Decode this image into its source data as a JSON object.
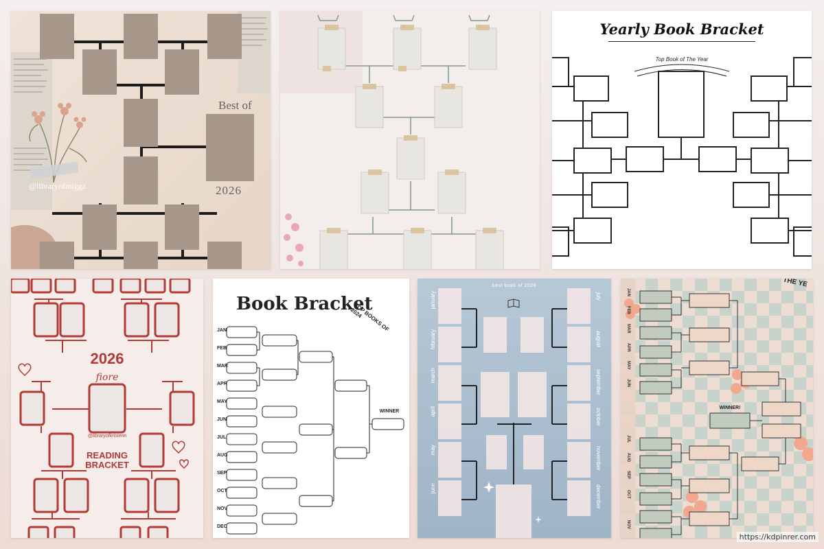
{
  "colors": {
    "page_bg": "#f1e7e4",
    "kraft_box": "#a7968a",
    "sage_line": "#7f9a86",
    "red_accent": "#b03a36",
    "blue_panel": "#aebfcc",
    "sage_box": "#b9c4b6",
    "peach_box": "#efd7c8"
  },
  "tiles": {
    "t1": {
      "title": "Best of",
      "year": "2026",
      "handle": "@libraryofmiggz"
    },
    "t2": {},
    "t3": {
      "title": "Yearly Book Bracket",
      "banner": "Top Book of The Year"
    },
    "t4": {
      "year": "2026",
      "script": "fiore",
      "handle": "@libraryofkristenn",
      "line1": "READING",
      "line2": "BRACKET"
    },
    "t5": {
      "title": "Book Bracket",
      "curved": "TOP BOOKS OF 2024",
      "winner": "WINNER",
      "months": [
        "JAN",
        "FEB",
        "MAR",
        "APR",
        "MAY",
        "JUN",
        "JUL",
        "AUG",
        "SEP",
        "OCT",
        "NOV",
        "DEC"
      ]
    },
    "t6": {
      "header": "best book of 2026",
      "left_months": [
        "january",
        "february",
        "march",
        "april",
        "may",
        "june"
      ],
      "right_months": [
        "july",
        "august",
        "september",
        "october",
        "november",
        "december"
      ]
    },
    "t7": {
      "curved": "THE YE",
      "winner": "WINNER!",
      "months": [
        "JAN",
        "FEB",
        "MAR",
        "APR",
        "MAY",
        "JUN",
        "JUL",
        "AUG",
        "SEP",
        "OCT",
        "NOV"
      ]
    }
  },
  "watermark": "https://kdpinrer.com"
}
